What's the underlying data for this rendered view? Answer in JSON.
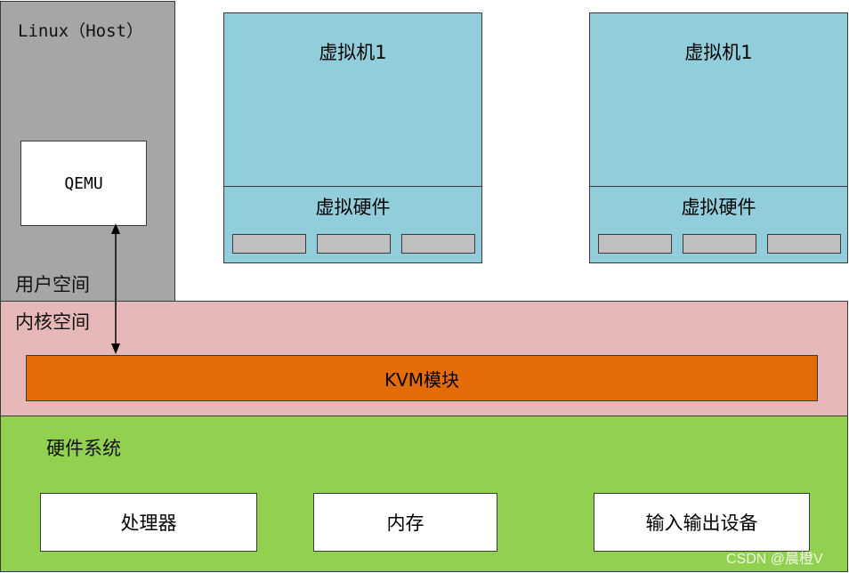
{
  "host": {
    "title": "Linux（Host）",
    "qemu": "QEMU",
    "user_space": "用户空间"
  },
  "vms": [
    {
      "title": "虚拟机1",
      "hardware": "虚拟硬件",
      "slot_count": 3
    },
    {
      "title": "虚拟机1",
      "hardware": "虚拟硬件",
      "slot_count": 3
    }
  ],
  "kernel": {
    "label": "内核空间",
    "kvm": "KVM模块"
  },
  "hardware": {
    "label": "硬件系统",
    "items": [
      "处理器",
      "内存",
      "输入输出设备"
    ]
  },
  "watermark": "CSDN @晨橙V",
  "colors": {
    "host_bg": "#a6a6a6",
    "vm_bg": "#92cddc",
    "kernel_bg": "#e6b9b8",
    "kvm_bg": "#e36c09",
    "hardware_bg": "#92d050"
  }
}
